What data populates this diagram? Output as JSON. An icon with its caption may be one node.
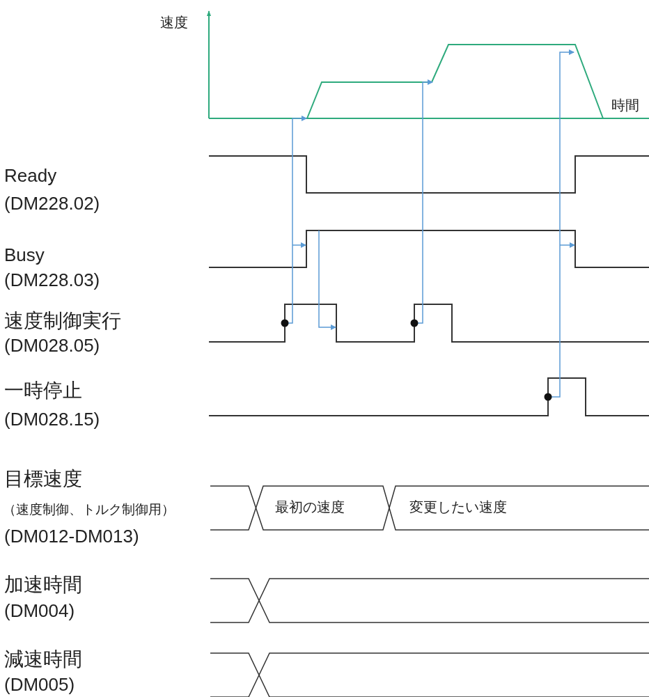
{
  "diagram": {
    "nodes": [
      {
        "text": [
          "最初の速度"
        ]
      },
      {
        "text": [
          "変更したい速度"
        ]
      }
    ],
    "labels": [
      "速度",
      "時間",
      "Ready",
      "(DM228.02)",
      "Busy",
      "(DM228.03)",
      "速度制御実行",
      "(DM028.05)",
      "一時停止",
      "(DM028.15)",
      "目標速度",
      "（速度制御、トルク制御用）",
      "(DM012-DM013)",
      "加速時間",
      "(DM004)",
      "減速時間",
      "(DM005)"
    ]
  }
}
